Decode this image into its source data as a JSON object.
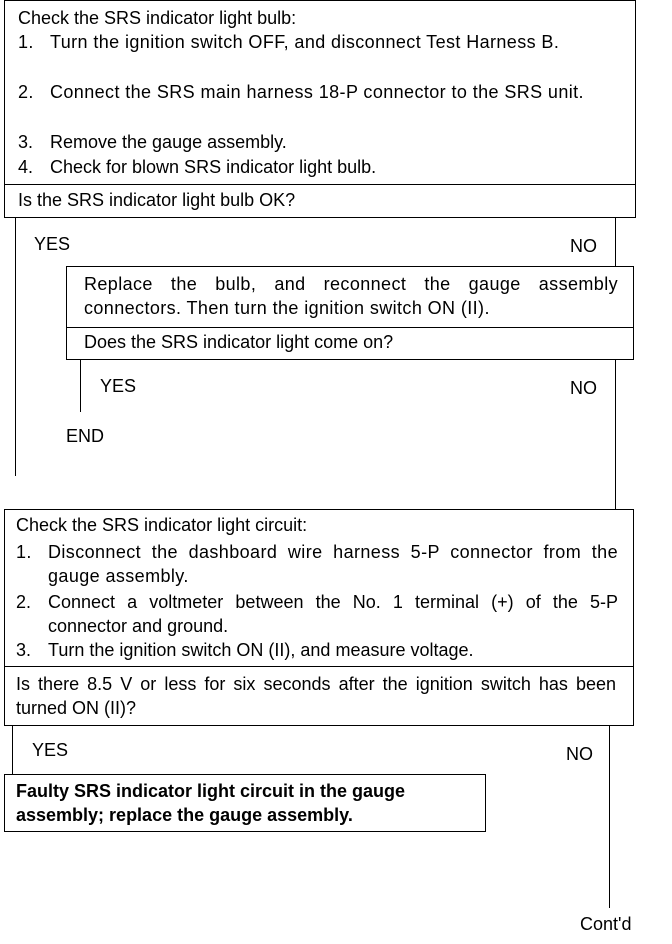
{
  "block1": {
    "heading": "Check the SRS indicator light bulb:",
    "steps": [
      {
        "num": "1.",
        "text": "Turn the ignition switch OFF, and disconnect Test Harness B."
      },
      {
        "num": "2.",
        "text": "Connect the SRS main harness 18-P connector to the SRS unit."
      },
      {
        "num": "3.",
        "text": "Remove the gauge assembly."
      },
      {
        "num": "4.",
        "text": "Check for blown SRS indicator light bulb."
      }
    ],
    "question": "Is the SRS indicator light bulb OK?",
    "yes": "YES",
    "no": "NO"
  },
  "block2": {
    "action": "Replace the bulb, and reconnect the gauge assembly connectors. Then turn the ignition switch ON (II).",
    "question": "Does the SRS indicator light come on?",
    "yes": "YES",
    "no": "NO",
    "end": "END"
  },
  "block3": {
    "heading": "Check the SRS indicator light circuit:",
    "steps": [
      {
        "num": "1.",
        "text": "Disconnect the dashboard wire harness 5-P connector from the gauge assembly."
      },
      {
        "num": "2.",
        "text": "Connect a voltmeter between the No. 1 terminal (+) of the 5-P connector and ground."
      },
      {
        "num": "3.",
        "text": "Turn the ignition switch ON (II), and measure voltage."
      }
    ],
    "question": "Is there 8.5 V or less for six seconds after the ignition switch has been turned ON (II)?",
    "yes": "YES",
    "no": "NO"
  },
  "result": {
    "text": "Faulty SRS indicator light circuit in the gauge assembly; replace the gauge assembly."
  },
  "footer": {
    "contd": "Cont'd"
  }
}
